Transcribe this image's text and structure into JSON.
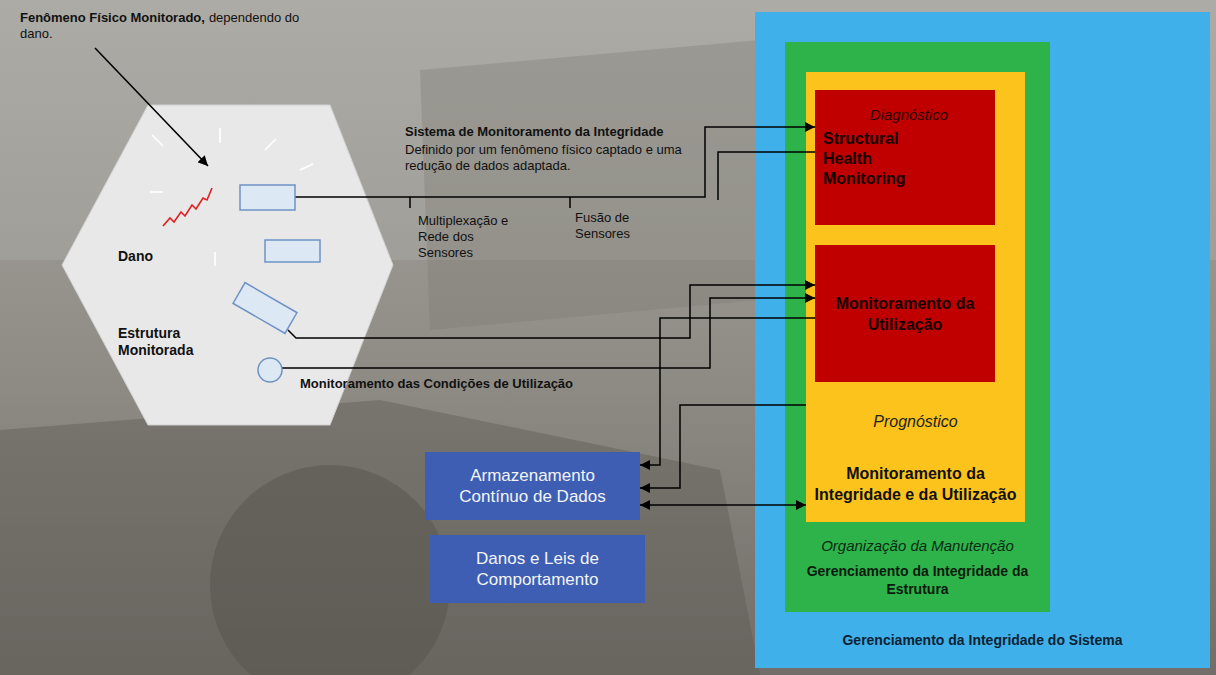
{
  "diagram": {
    "nodes": [
      {
        "text": [
          "Estrutura Monitorada"
        ]
      },
      {
        "text": [
          "Armazenamento Contínuo de Dados"
        ]
      },
      {
        "text": [
          "Danos e Leis de Comportamento"
        ]
      },
      {
        "text": [
          "Gerenciamento da Integridade do Sistema"
        ]
      },
      {
        "text": [
          "Organização da Manutenção",
          "Gerenciamento da Integridade da Estrutura"
        ],
        "in": 3
      },
      {
        "text": [
          "Prognóstico",
          "Monitoramento da Integridade e da Utilização"
        ],
        "in": 4
      },
      {
        "text": [
          "Diagnóstico",
          "Structural Health Monitoring"
        ],
        "in": 5
      },
      {
        "text": [
          "Monitoramento da Utilização"
        ],
        "in": 5
      }
    ],
    "edges": [
      {
        "from": 7,
        "to": 1,
        "arrow": "to"
      },
      {
        "from": 5,
        "to": 1,
        "arrow": "to"
      },
      {
        "from": 1,
        "to": 5,
        "arrow": "both"
      }
    ],
    "labels": [
      "Fenômeno Físico Monitorado,",
      "dependendo do dano.",
      "Dano",
      "Sistema de Monitoramento da Integridade",
      "Definido por um fenômeno físico captado e uma redução de dados adaptada.",
      "Multiplexação e Rede dos Sensores",
      "Fusão de Sensores",
      "Monitoramento das Condições de Utilização"
    ]
  }
}
